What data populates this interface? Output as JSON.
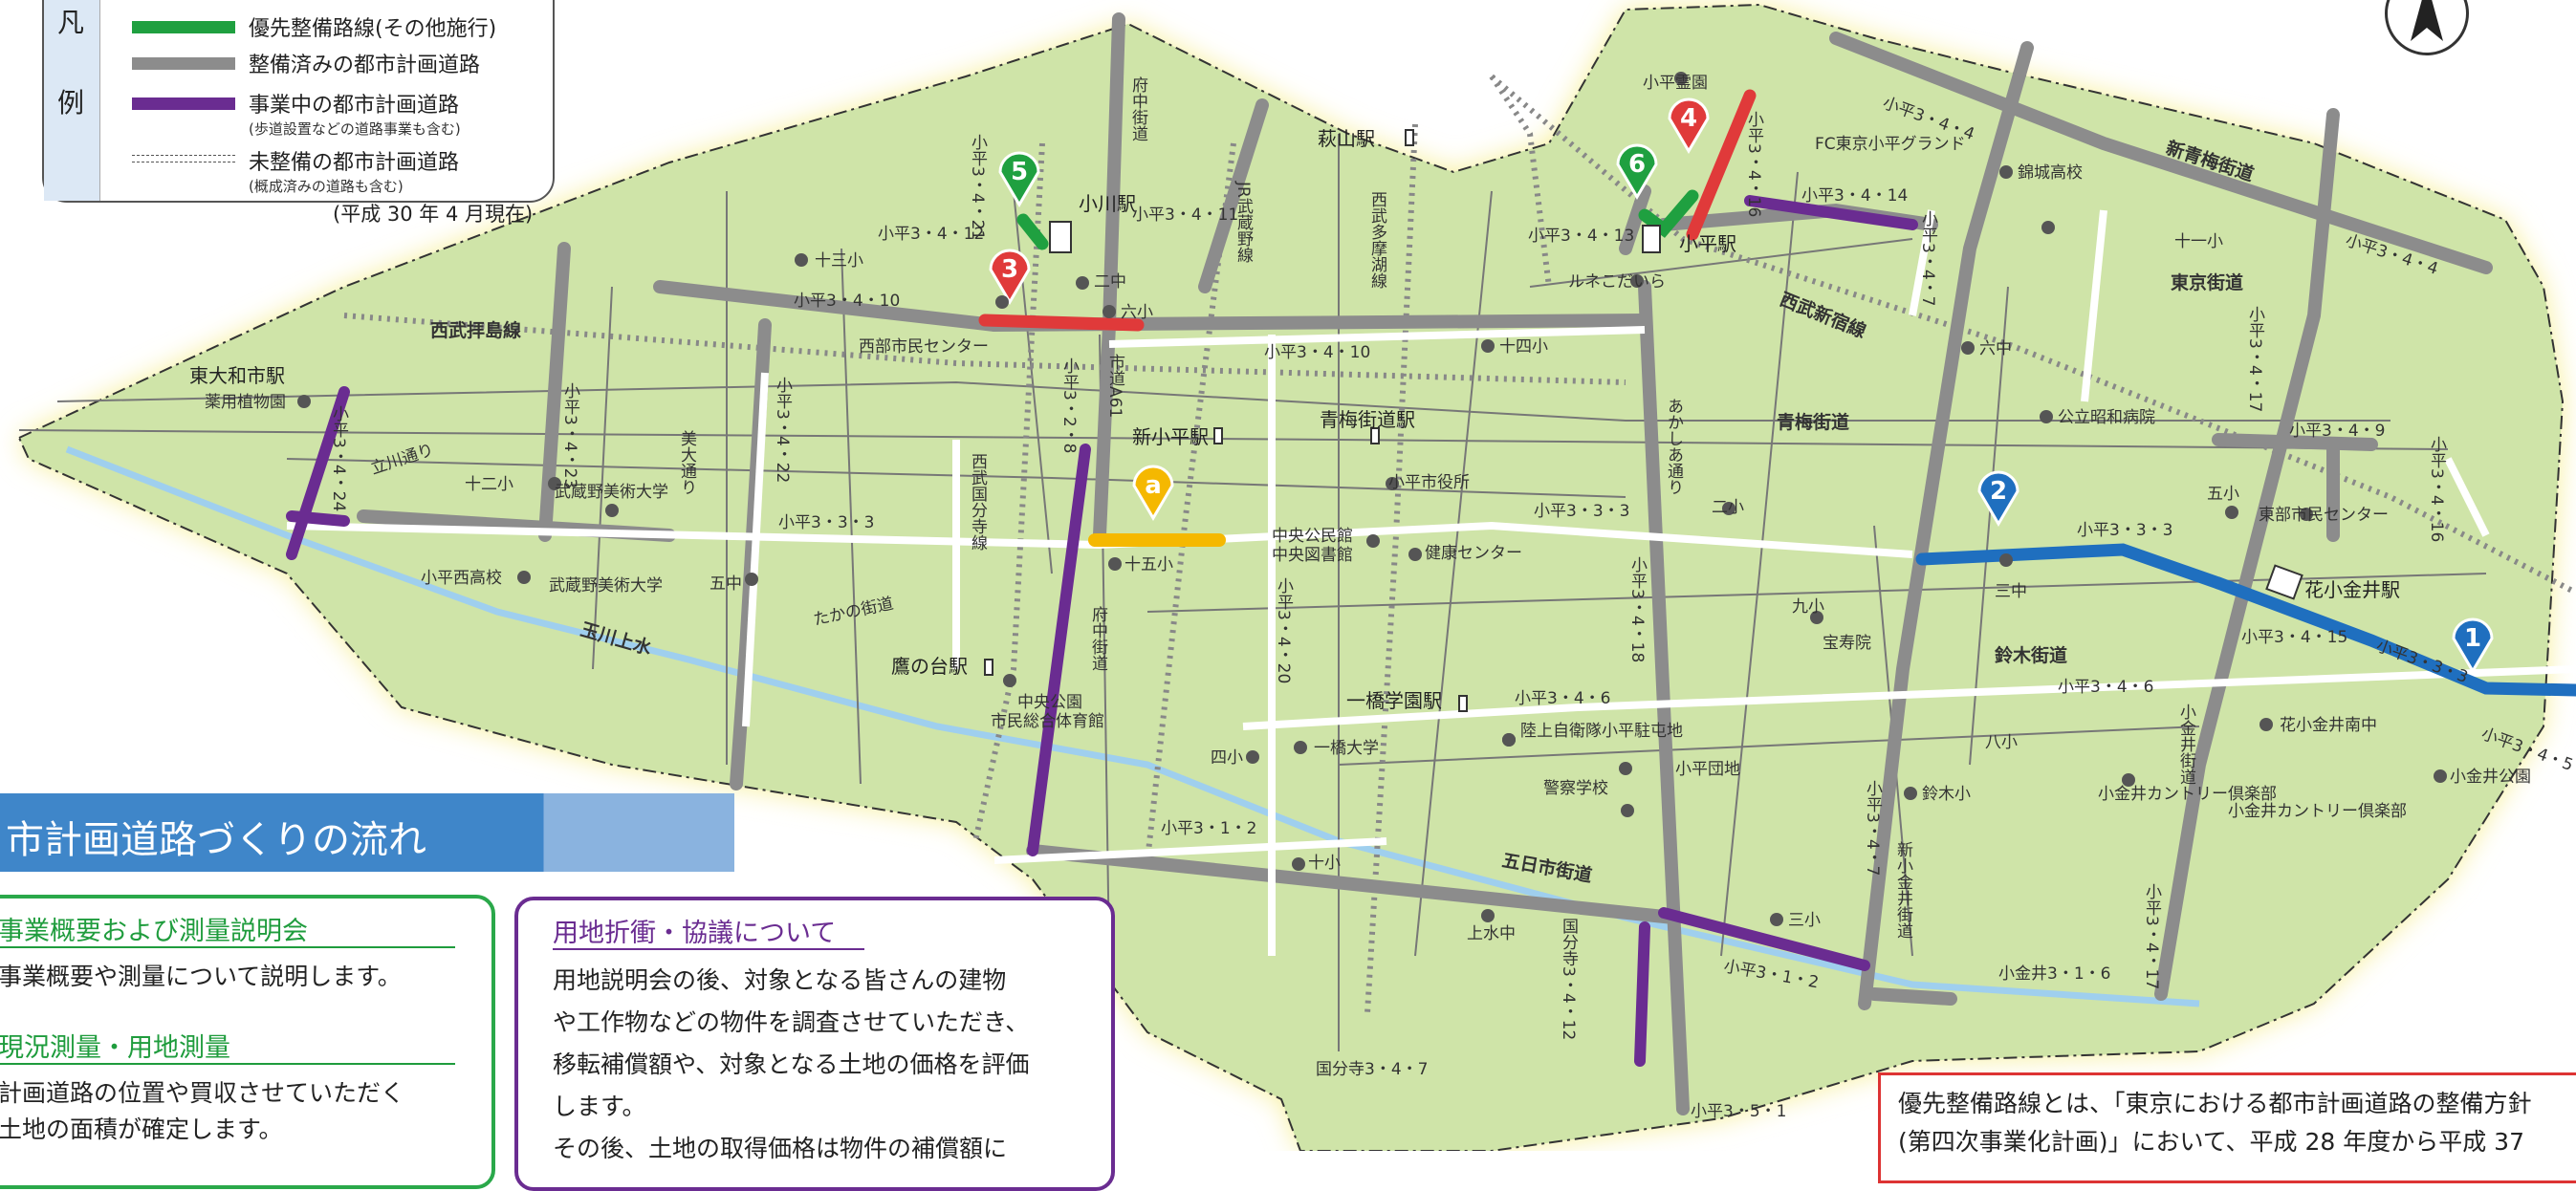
{
  "legend": {
    "char1": "凡",
    "char2": "例",
    "items": [
      {
        "label": "優先整備路線(その他施行)",
        "sub": "",
        "color": "#1fa040"
      },
      {
        "label": "整備済みの都市計画道路",
        "sub": "",
        "color": "#8c8c8c"
      },
      {
        "label": "事業中の都市計画道路",
        "sub": "(歩道設置などの道路事業も含む)",
        "color": "#6a2c91"
      },
      {
        "label": "未整備の都市計画道路",
        "sub": "(概成済みの道路も含む)",
        "color": "#ffffff"
      }
    ],
    "as_of": "(平成 30 年 4 月現在)"
  },
  "flow": {
    "title": "市計画道路づくりの流れ",
    "green_box": {
      "heading1": "事業概要および測量説明会",
      "text1": "事業概要や測量について説明します。",
      "heading2": "現況測量・用地測量",
      "text2a": "計画道路の位置や買収させていただく",
      "text2b": "土地の面積が確定します。"
    },
    "purple_box": {
      "heading": "用地折衝・協議について",
      "line1": "用地説明会の後、対象となる皆さんの建物",
      "line2": "や工作物などの物件を調査させていただき、",
      "line3": "移転補償額や、対象となる土地の価格を評価",
      "line4": "します。",
      "line5": "その後、土地の取得価格は物件の補償額に"
    }
  },
  "note": {
    "line1": "優先整備路線とは、「東京における都市計画道路の整備方針",
    "line2": "(第四次事業化計画)」において、平成 28 年度から平成 37"
  },
  "markers": [
    {
      "id": "1",
      "color": "#1f6fbf"
    },
    {
      "id": "2",
      "color": "#1f6fbf"
    },
    {
      "id": "3",
      "color": "#e03a3a"
    },
    {
      "id": "4",
      "color": "#e03a3a"
    },
    {
      "id": "5",
      "color": "#1fa040"
    },
    {
      "id": "6",
      "color": "#1fa040"
    },
    {
      "id": "a",
      "color": "#f5b800"
    }
  ],
  "stations": {
    "kodaira": "小平駅",
    "ogawa": "小川駅",
    "hagiyama": "萩山駅",
    "shinkodaira": "新小平駅",
    "omekaido": "青梅街道駅",
    "higashiyamato": "東大和市駅",
    "takanodai": "鷹の台駅",
    "hitotsubashi": "一橋学園駅",
    "hanakoganei": "花小金井駅"
  },
  "lines": {
    "seibu_haijima": "西武拝島線",
    "seibu_kokubunji": "西武国分寺線",
    "seibu_tamako": "西武多摩湖線",
    "seibu_shinjuku": "西武新宿線",
    "jr_musashino": "JR武蔵野線"
  },
  "streets": {
    "ome": "青梅街道",
    "shin_ome": "新青梅街道",
    "tokyo": "東京街道",
    "fuchu_n": "府中街道",
    "fuchu_s": "府中街道",
    "suzuki": "鈴木街道",
    "itsukaichi": "五日市街道",
    "takano": "たかの街道",
    "tachikawa": "立川通り",
    "akashia": "あかしあ通り",
    "bidai": "美大通り",
    "shinkoganei": "新小金井街道",
    "koganei": "小金井街道",
    "tamajosui": "玉川上水",
    "shidou": "市道A61"
  },
  "road_codes": {
    "r3410a": "小平3・4・10",
    "r3410b": "小平3・4・10",
    "r3412": "小平3・4・12",
    "r3411": "小平3・4・11",
    "r3413": "小平3・4・13",
    "r3414": "小平3・4・14",
    "r344": "小平3・4・4",
    "r344b": "小平3・4・4",
    "r333a": "小平3・3・3",
    "r333b": "小平3・3・3",
    "r333c": "小平3・3・3",
    "r333d": "小平3・3・3",
    "r349": "小平3・4・9",
    "r3415": "小平3・4・15",
    "r346a": "小平3・4・6",
    "r346b": "小平3・4・6",
    "r345": "小平3・4・5",
    "r312a": "小平3・1・2",
    "r312b": "小平3・1・2",
    "r316": "小金井3・1・6",
    "r351": "小平3・5・1",
    "r347": "国分寺3・4・7",
    "v3421": "小平3・4・21",
    "v3423": "小平3・4・23",
    "v3422": "小平3・4・22",
    "v3424": "小平3・4・24",
    "v328": "小平3・2・8",
    "v3420": "小平3・4・20",
    "v3418": "小平3・4・18",
    "v347a": "小平3・4・7",
    "v347b": "小平3・4・7",
    "v3417a": "小平3・4・17",
    "v3417b": "小平3・4・17",
    "v3416": "小平3・4・16",
    "v3416b": "小平3・4・16",
    "v3412": "国分寺3・4・12"
  },
  "places": {
    "kodaira_reien": "小平霊園",
    "fc_tokyo": "FC東京小平グランド",
    "kinjo": "錦城高校",
    "juichi": "十一小",
    "rokuchu": "六中",
    "kouritsu": "公立昭和病院",
    "goshou": "五小",
    "higashibu": "東部市民センター",
    "sanchu": "三中",
    "kyusho": "九小",
    "houjuin": "宝寿院",
    "hanakoganei_minami": "花小金井南中",
    "koganei_park": "小金井公園",
    "koganei_cc": "小金井カントリー倶楽部",
    "koganei_cc2": "小金井カントリー倶楽部",
    "hachisho": "八小",
    "suzukisho": "鈴木小",
    "sanshou": "三小",
    "keisatsu": "警察学校",
    "kodaira_danchi": "小平団地",
    "rikuji": "陸上自衛隊小平駐屯地",
    "nisho": "二小",
    "kenko": "健康センター",
    "chuo_kominkan": "中央公民館",
    "chuo_tosho": "中央図書館",
    "shiyakusho": "小平市役所",
    "jushi": "十四小",
    "rune": "ルネこだいら",
    "jugo": "十五小",
    "jusan": "十三小",
    "nichu": "二中",
    "rokusho": "六小",
    "seibu_center": "西部市民センター",
    "yakuyo": "薬用植物園",
    "junisho": "十二小",
    "musabi": "武蔵野美術大学",
    "musabi2": "武蔵野美術大学",
    "nishi_koukou": "小平西高校",
    "gochu": "五中",
    "chuo_park": "中央公園",
    "sogo_taiikukan": "市民総合体育館",
    "yonsho": "四小",
    "hitotsubashi_u": "一橋大学",
    "jusho": "十小",
    "uemizu": "上水中"
  }
}
